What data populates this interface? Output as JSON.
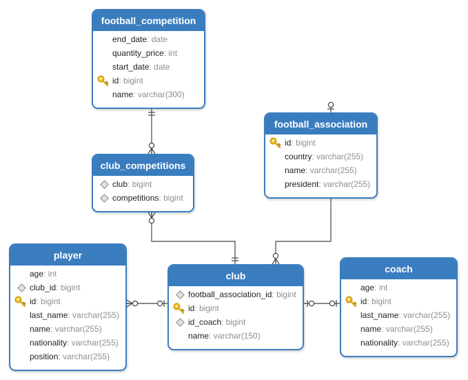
{
  "entities": {
    "football_competition": {
      "title": "football_competition",
      "fields": [
        {
          "name": "end_date",
          "type": "date",
          "key": "none"
        },
        {
          "name": "quantity_price",
          "type": "int",
          "key": "none"
        },
        {
          "name": "start_date",
          "type": "date",
          "key": "none"
        },
        {
          "name": "id",
          "type": "bigint",
          "key": "primary"
        },
        {
          "name": "name",
          "type": "varchar(300)",
          "key": "none"
        }
      ]
    },
    "club_competitions": {
      "title": "club_competitions",
      "fields": [
        {
          "name": "club",
          "type": "bigint",
          "key": "foreign"
        },
        {
          "name": "competitions",
          "type": "bigint",
          "key": "foreign"
        }
      ]
    },
    "football_association": {
      "title": "football_association",
      "fields": [
        {
          "name": "id",
          "type": "bigint",
          "key": "primary"
        },
        {
          "name": "country",
          "type": "varchar(255)",
          "key": "none"
        },
        {
          "name": "name",
          "type": "varchar(255)",
          "key": "none"
        },
        {
          "name": "president",
          "type": "varchar(255)",
          "key": "none"
        }
      ]
    },
    "player": {
      "title": "player",
      "fields": [
        {
          "name": "age",
          "type": "int",
          "key": "none"
        },
        {
          "name": "club_id",
          "type": "bigint",
          "key": "foreign"
        },
        {
          "name": "id",
          "type": "bigint",
          "key": "primary"
        },
        {
          "name": "last_name",
          "type": "varchar(255)",
          "key": "none"
        },
        {
          "name": "name",
          "type": "varchar(255)",
          "key": "none"
        },
        {
          "name": "nationality",
          "type": "varchar(255)",
          "key": "none"
        },
        {
          "name": "position",
          "type": "varchar(255)",
          "key": "none"
        }
      ]
    },
    "club": {
      "title": "club",
      "fields": [
        {
          "name": "football_association_id",
          "type": "bigint",
          "key": "foreign"
        },
        {
          "name": "id",
          "type": "bigint",
          "key": "primary"
        },
        {
          "name": "id_coach",
          "type": "bigint",
          "key": "foreign"
        },
        {
          "name": "name",
          "type": "varchar(150)",
          "key": "none"
        }
      ]
    },
    "coach": {
      "title": "coach",
      "fields": [
        {
          "name": "age",
          "type": "int",
          "key": "none"
        },
        {
          "name": "id",
          "type": "bigint",
          "key": "primary"
        },
        {
          "name": "last_name",
          "type": "varchar(255)",
          "key": "none"
        },
        {
          "name": "name",
          "type": "varchar(255)",
          "key": "none"
        },
        {
          "name": "nationality",
          "type": "varchar(255)",
          "key": "none"
        }
      ]
    }
  },
  "relationships": [
    {
      "from": "football_competition",
      "from_card": "one",
      "to": "club_competitions",
      "to_card": "zero-or-many"
    },
    {
      "from": "club_competitions",
      "from_card": "zero-or-many",
      "to": "club",
      "to_card": "one"
    },
    {
      "from": "football_association",
      "from_card": "zero-or-one",
      "to": "club",
      "to_card": "zero-or-many"
    },
    {
      "from": "player",
      "from_card": "zero-or-many",
      "to": "club",
      "to_card": "zero-or-one"
    },
    {
      "from": "club",
      "from_card": "zero-or-one",
      "to": "coach",
      "to_card": "zero-or-one"
    }
  ],
  "colors": {
    "header": "#3a7dbf",
    "border": "#3a7dbf",
    "header_text": "#ffffff",
    "type_text": "#8e8e8e",
    "line": "#444444",
    "key_gold": "#e8b417"
  },
  "icons": {
    "primary": "key-icon",
    "foreign": "diamond-icon"
  }
}
